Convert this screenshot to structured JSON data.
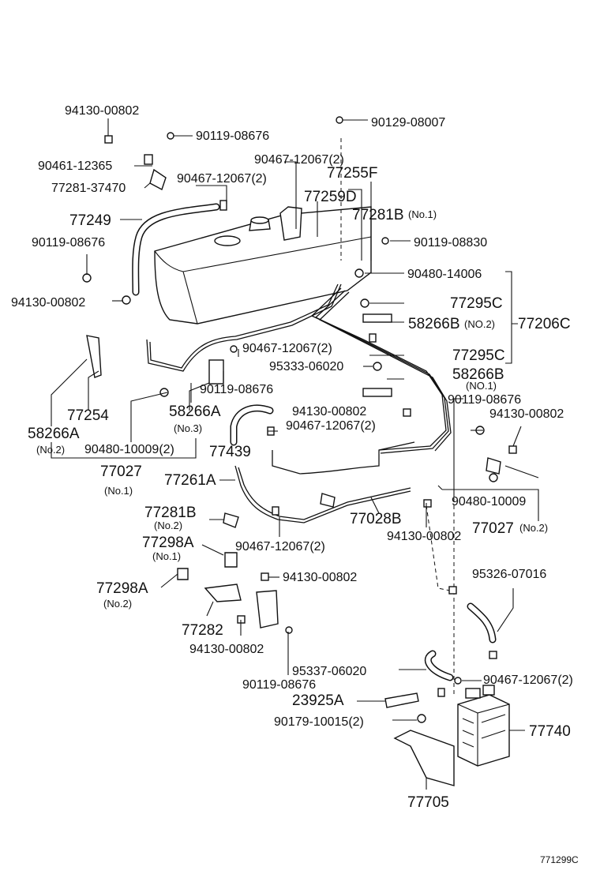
{
  "labels": [
    {
      "id": "l1",
      "text": "94130-00802"
    },
    {
      "id": "l2",
      "text": "90119-08676"
    },
    {
      "id": "l3",
      "text": "90129-08007"
    },
    {
      "id": "l4",
      "text": "90461-12365"
    },
    {
      "id": "l5",
      "text": "90467-12067(2)"
    },
    {
      "id": "l6",
      "text": "77281-37470"
    },
    {
      "id": "l7",
      "text": "90467-12067(2)"
    },
    {
      "id": "l8",
      "text": "77255F"
    },
    {
      "id": "l9",
      "text": "77259D"
    },
    {
      "id": "l10",
      "text": "77281B"
    },
    {
      "id": "l11",
      "text": "(No.1)"
    },
    {
      "id": "l12",
      "text": "77249"
    },
    {
      "id": "l13",
      "text": "90119-08676"
    },
    {
      "id": "l14",
      "text": "90119-08830"
    },
    {
      "id": "l15",
      "text": "90480-14006"
    },
    {
      "id": "l16",
      "text": "94130-00802"
    },
    {
      "id": "l17",
      "text": "77295C"
    },
    {
      "id": "l18",
      "text": "58266B"
    },
    {
      "id": "l19",
      "text": "(NO.2)"
    },
    {
      "id": "l20",
      "text": "77206C"
    },
    {
      "id": "l21",
      "text": "90467-12067(2)"
    },
    {
      "id": "l22",
      "text": "77295C"
    },
    {
      "id": "l23",
      "text": "95333-06020"
    },
    {
      "id": "l24",
      "text": "58266B"
    },
    {
      "id": "l25",
      "text": "(NO.1)"
    },
    {
      "id": "l26",
      "text": "90119-08676"
    },
    {
      "id": "l27",
      "text": "90119-08676"
    },
    {
      "id": "l28",
      "text": "94130-00802"
    },
    {
      "id": "l29",
      "text": "77254"
    },
    {
      "id": "l30",
      "text": "58266A"
    },
    {
      "id": "l31",
      "text": "94130-00802"
    },
    {
      "id": "l32",
      "text": "90467-12067(2)"
    },
    {
      "id": "l33",
      "text": "58266A"
    },
    {
      "id": "l34",
      "text": "(No.2)"
    },
    {
      "id": "l35",
      "text": "(No.3)"
    },
    {
      "id": "l36",
      "text": "90480-10009(2)"
    },
    {
      "id": "l37",
      "text": "77439"
    },
    {
      "id": "l38",
      "text": "77027"
    },
    {
      "id": "l39",
      "text": "(No.1)"
    },
    {
      "id": "l40",
      "text": "77261A"
    },
    {
      "id": "l41",
      "text": "90480-10009"
    },
    {
      "id": "l42",
      "text": "77281B"
    },
    {
      "id": "l43",
      "text": "(No.2)"
    },
    {
      "id": "l44",
      "text": "77028B"
    },
    {
      "id": "l45",
      "text": "94130-00802"
    },
    {
      "id": "l46",
      "text": "77027"
    },
    {
      "id": "l47",
      "text": "(No.2)"
    },
    {
      "id": "l48",
      "text": "77298A"
    },
    {
      "id": "l49",
      "text": "(No.1)"
    },
    {
      "id": "l50",
      "text": "90467-12067(2)"
    },
    {
      "id": "l51",
      "text": "94130-00802"
    },
    {
      "id": "l52",
      "text": "95326-07016"
    },
    {
      "id": "l53",
      "text": "77298A"
    },
    {
      "id": "l54",
      "text": "(No.2)"
    },
    {
      "id": "l55",
      "text": "77282"
    },
    {
      "id": "l56",
      "text": "94130-00802"
    },
    {
      "id": "l57",
      "text": "95337-06020"
    },
    {
      "id": "l58",
      "text": "90467-12067(2)"
    },
    {
      "id": "l59",
      "text": "90119-08676"
    },
    {
      "id": "l60",
      "text": "23925A"
    },
    {
      "id": "l61",
      "text": "90179-10015(2)"
    },
    {
      "id": "l62",
      "text": "77740"
    },
    {
      "id": "l63",
      "text": "77705"
    },
    {
      "id": "l64",
      "text": "771299C"
    }
  ]
}
